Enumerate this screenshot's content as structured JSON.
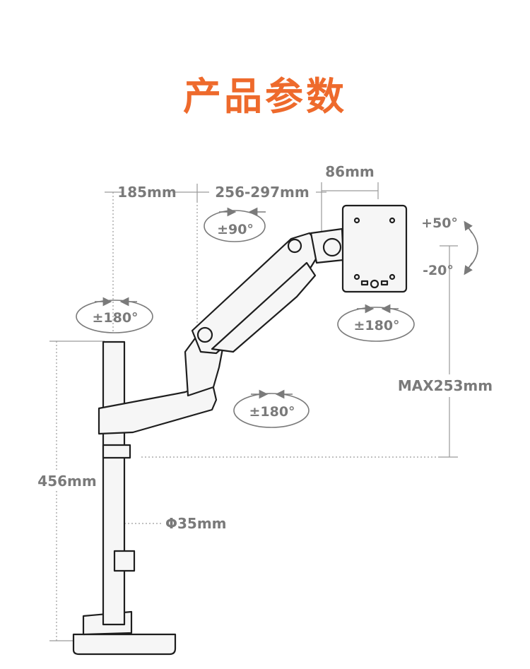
{
  "title": "产品参数",
  "colors": {
    "title": "#ee6a2c",
    "label": "#7a7a7a",
    "outline": "#1e1e1e",
    "dotted": "#9a9a9a",
    "arm_fill": "#f6f6f6"
  },
  "dimensions": {
    "vesa_width": "86mm",
    "arm_segment_1": "185mm",
    "arm_segment_2": "256-297mm",
    "pole_height": "456mm",
    "pole_diameter": "Φ35mm",
    "max_height": "MAX253mm"
  },
  "rotations": {
    "upper_arm": "±90°",
    "pole_top": "±180°",
    "monitor_swivel": "±180°",
    "lower_arm": "±180°",
    "tilt_up": "+50°",
    "tilt_down": "-20°"
  }
}
